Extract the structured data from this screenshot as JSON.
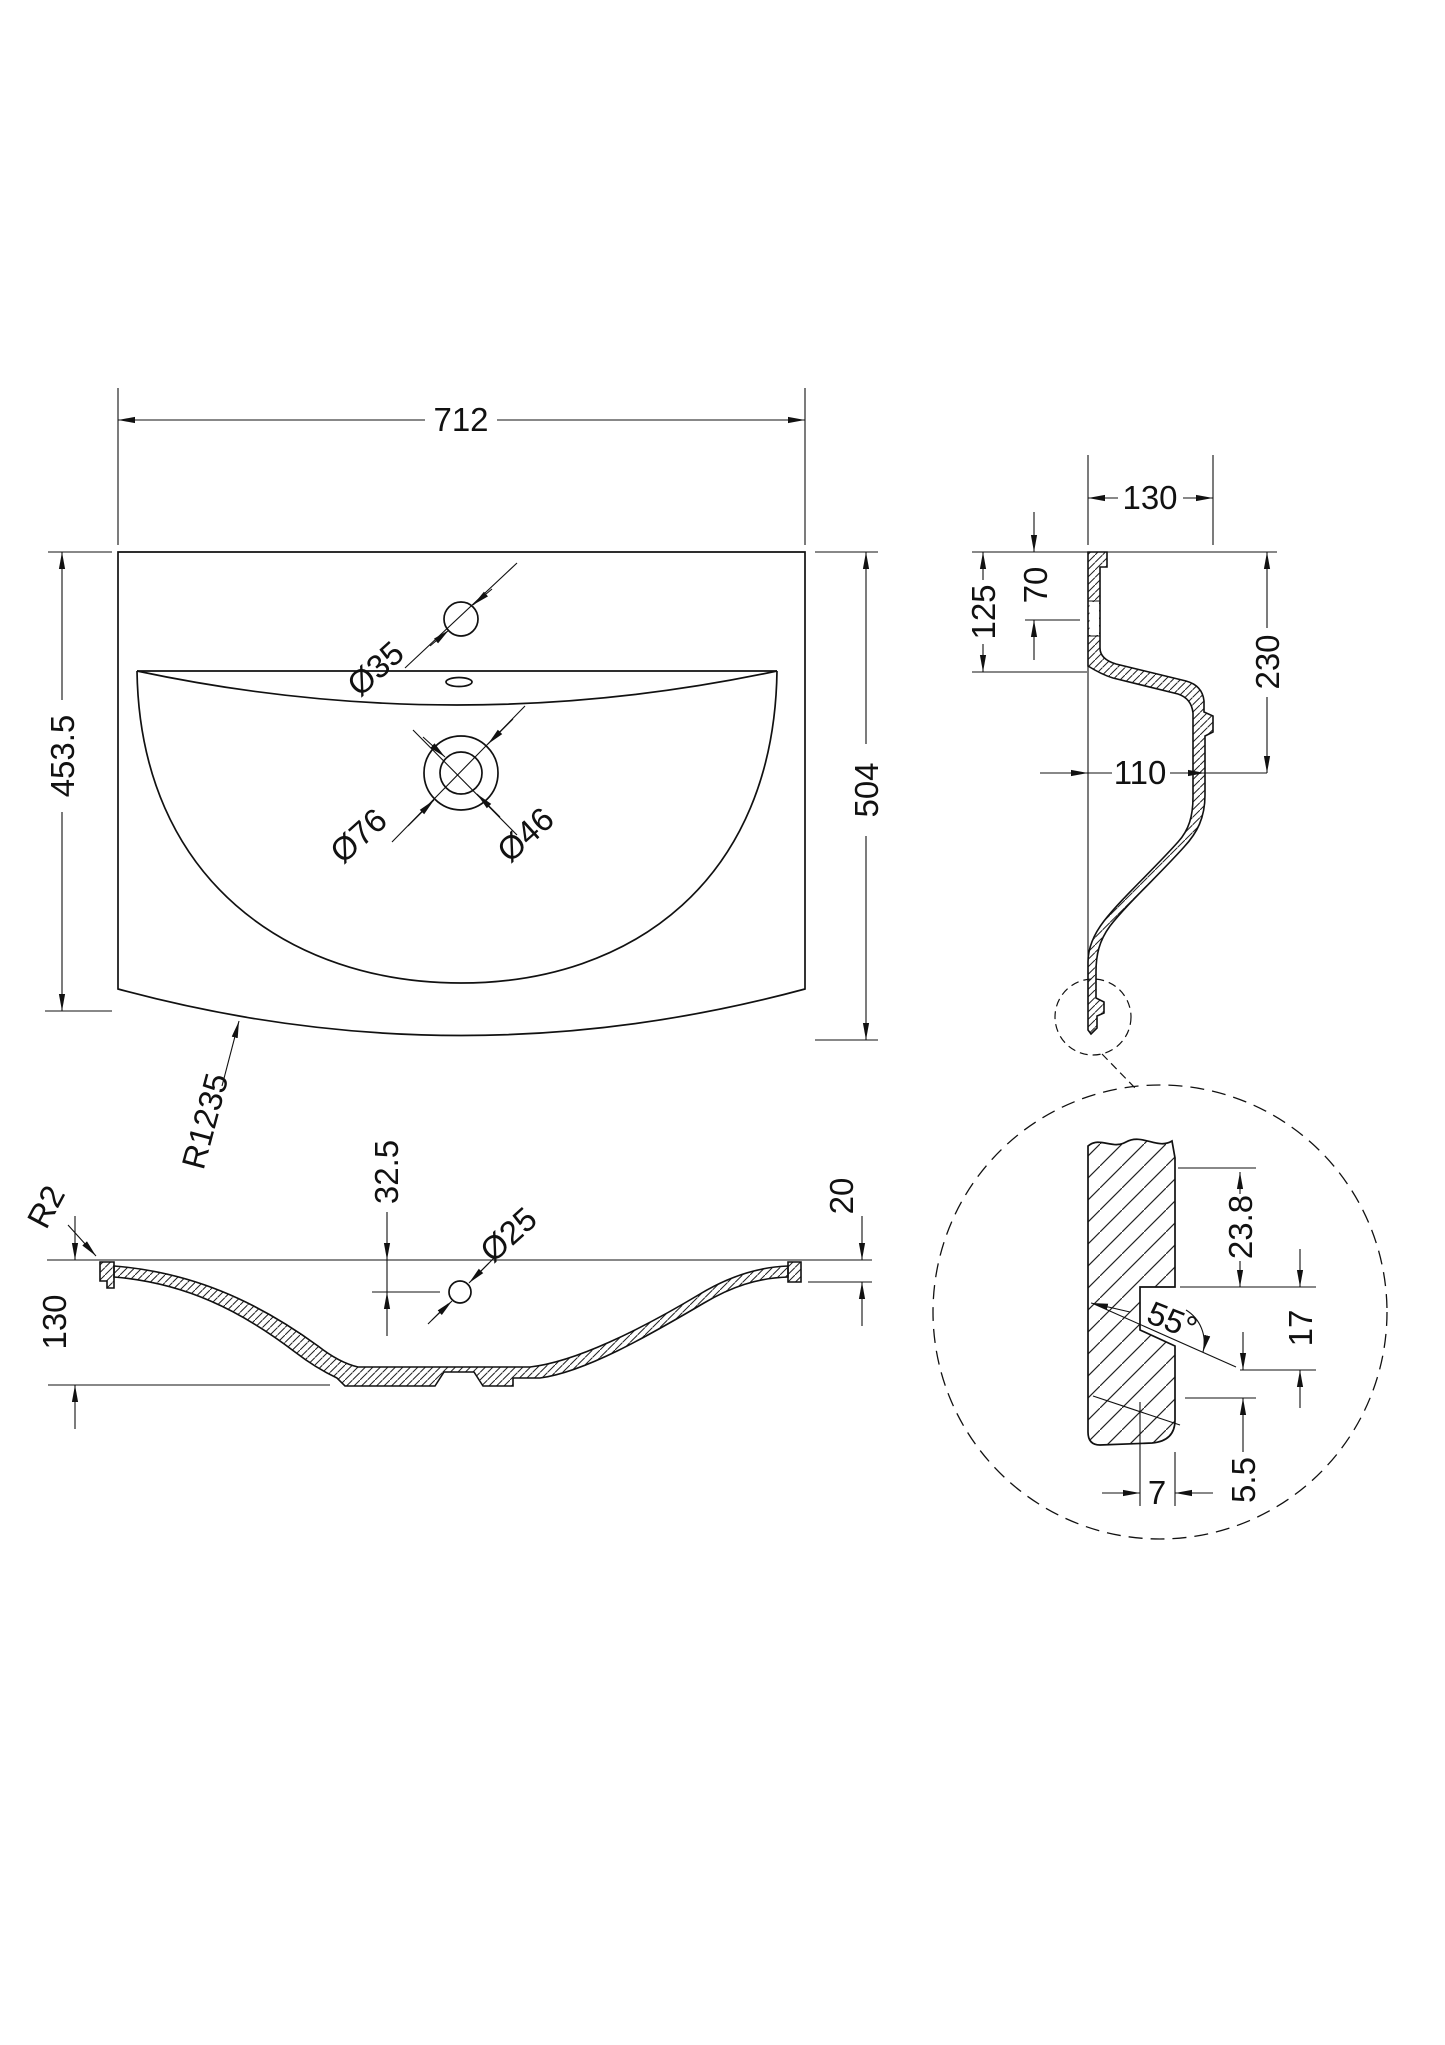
{
  "drawing": {
    "plan": {
      "width": "712",
      "height_left": "453.5",
      "height_right": "504",
      "tap_hole_dia": "Ø35",
      "waste_outer_dia": "Ø76",
      "waste_inner_dia": "Ø46",
      "front_radius": "R1235"
    },
    "side": {
      "depth": "130",
      "back_height": "125",
      "overflow_drop": "70",
      "front_height": "230",
      "ledge_width": "110"
    },
    "front_section": {
      "corner_radius": "R2",
      "height": "130",
      "overflow_offset": "32.5",
      "overflow_dia": "Ø25",
      "rim_thickness": "20"
    },
    "detail": {
      "upper_depth": "23.8",
      "angle": "55°",
      "groove_height": "17",
      "step_depth": "5.5",
      "groove_width": "7"
    }
  }
}
